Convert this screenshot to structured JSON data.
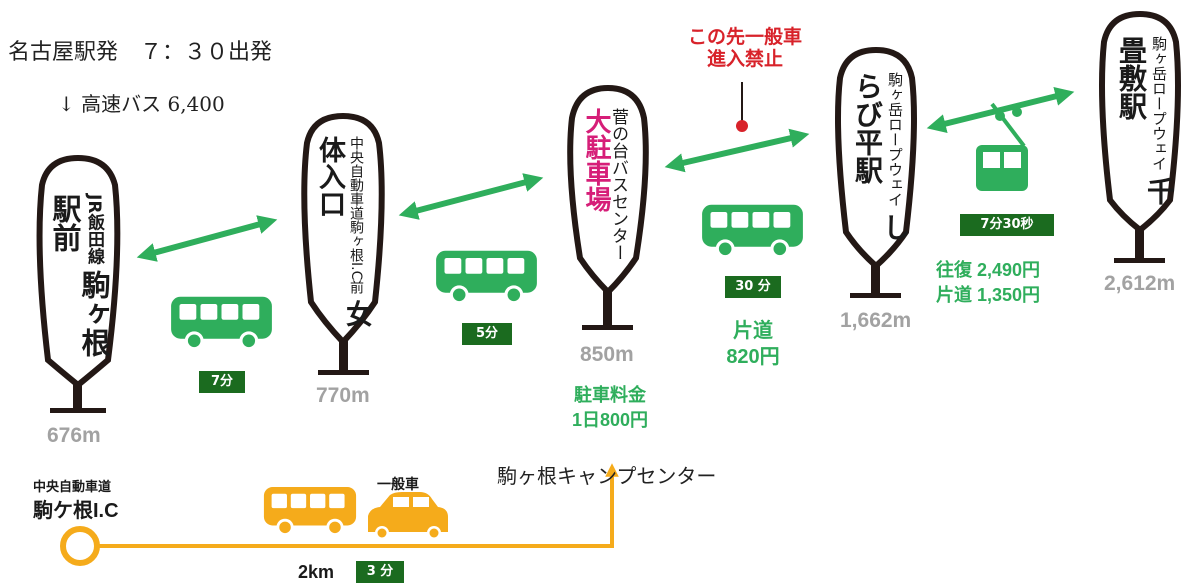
{
  "header": {
    "departure": "名古屋駅発　７：３０出発",
    "highway_bus": "↓ 高速バス 6,400"
  },
  "stations": [
    {
      "line_label": "JR飯田線",
      "name": "駒ヶ根駅前",
      "elevation": "676m"
    },
    {
      "line_label": "中央自動車道駒ヶ根I.C前",
      "name": "女体入口",
      "elevation": "770m"
    },
    {
      "line_label": "菅の台バスセンター",
      "name": "大駐車場",
      "elevation": "850m"
    },
    {
      "line_label": "駒ヶ岳ロープウェイ",
      "name": "しらび平駅",
      "elevation": "1,662m"
    },
    {
      "line_label": "駒ヶ岳ロープウェイ",
      "name": "千畳敷駅",
      "elevation": "2,612m"
    }
  ],
  "segments": {
    "bus1_time": "7分",
    "bus2_time": "5分",
    "bus3_time": "30 分",
    "bus3_fare": [
      "片道",
      "820円"
    ],
    "ropeway_time": "7分30秒",
    "ropeway_fare": [
      "往復 2,490円",
      "片道 1,350円"
    ]
  },
  "parking_fee": [
    "駐車料金",
    "1日800円"
  ],
  "no_entry": [
    "この先一般車",
    "進入禁止"
  ],
  "camp_center": "駒ヶ根キャンプセンター",
  "car_route": {
    "ic_label_top": "中央自動車道",
    "ic_label_bottom": "駒ケ根I.C",
    "car_label": "一般車",
    "distance": "2km",
    "time": "3 分"
  },
  "colors": {
    "green": "#2fae5c",
    "dark_green": "#1b6b1f",
    "orange": "#f5ab1b",
    "red": "#d8222a",
    "sign_outline": "#231815",
    "elevation_gray": "#a2a2a2"
  }
}
